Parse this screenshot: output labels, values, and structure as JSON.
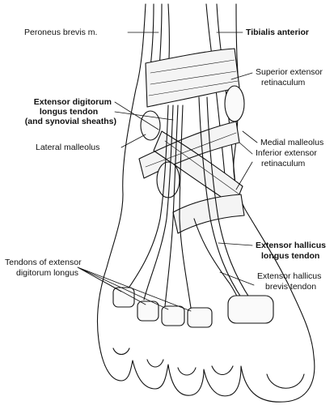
{
  "labels": {
    "peroneus_brevis": "Peroneus brevis m.",
    "tibialis_anterior": "Tibialis anterior",
    "superior_retinaculum_1": "Superior extensor",
    "superior_retinaculum_2": "retinaculum",
    "edl_tendon_1": "Extensor digitorum",
    "edl_tendon_2": "longus tendon",
    "edl_tendon_3": "(and synovial sheaths)",
    "medial_malleolus": "Medial malleolus",
    "lateral_malleolus": "Lateral malleolus",
    "inferior_retinaculum_1": "Inferior extensor",
    "inferior_retinaculum_2": "retinaculum",
    "ehl_tendon_1": "Extensor hallicus",
    "ehl_tendon_2": "longus tendon",
    "edl_tendons_1": "Tendons of extensor",
    "edl_tendons_2": "digitorum longus",
    "ehb_tendon_1": "Extensor hallicus",
    "ehb_tendon_2": "brevis tendon"
  },
  "colors": {
    "ink": "#111111",
    "paper": "#ffffff",
    "retinaculum": "#f4f4f4"
  }
}
